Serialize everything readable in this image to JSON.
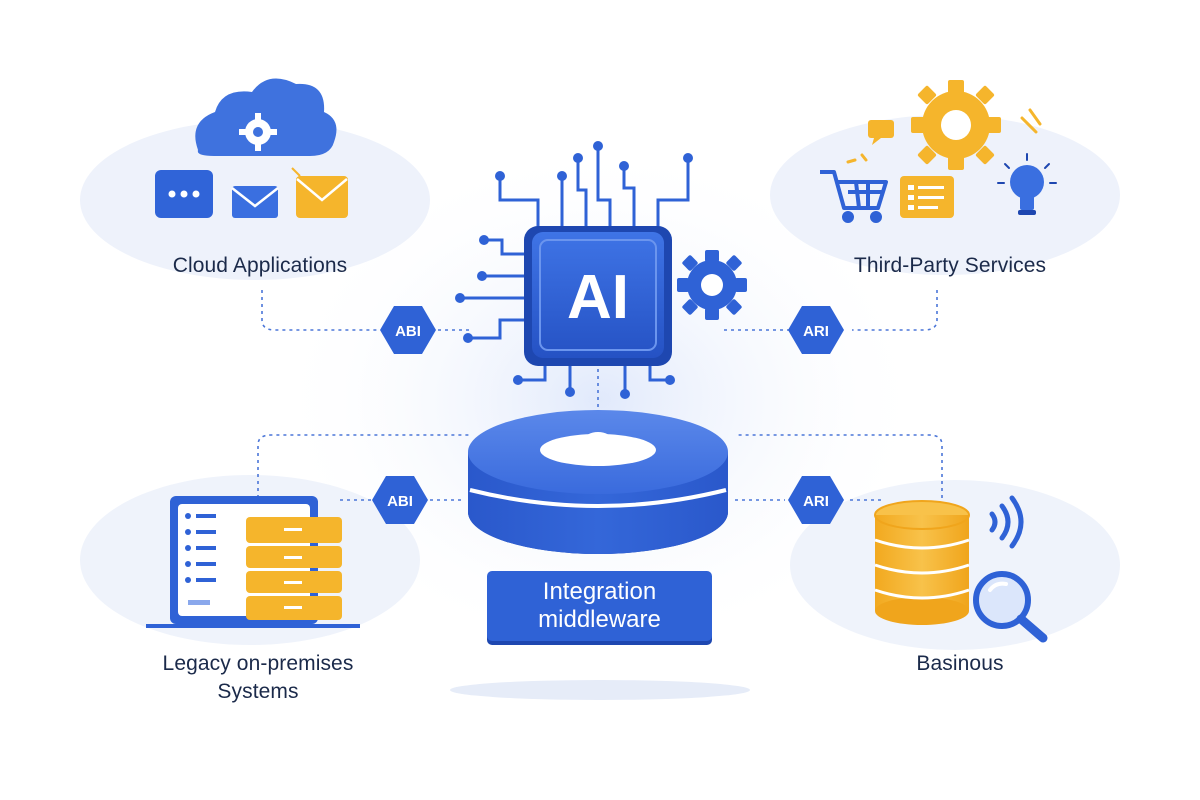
{
  "diagram": {
    "center": {
      "chip_label": "AI",
      "middleware_label": "Integration\nmiddleware"
    },
    "nodes": {
      "cloud": {
        "label": "Cloud Applications"
      },
      "third_party": {
        "label": "Third-Party Services"
      },
      "legacy": {
        "label": "Legacy on-premises\nSystems"
      },
      "databases": {
        "label": "Basinous"
      }
    },
    "api_badges": {
      "top_left": "ABI",
      "top_right": "ARI",
      "bottom_left": "ABI",
      "bottom_right": "ARI"
    }
  },
  "colors": {
    "primary_blue": "#2f62d6",
    "dark_blue": "#1e47b0",
    "light_blue": "#e8eefb",
    "accent_yellow": "#f5b52c",
    "text_dark": "#1b2a4a"
  },
  "icons": [
    "cloud-gear-icon",
    "chat-bubble-icon",
    "envelope-icon",
    "gear-icon",
    "shopping-cart-icon",
    "checklist-icon",
    "lightbulb-icon",
    "server-rack-icon",
    "database-icon",
    "magnifier-icon",
    "signal-icon",
    "ai-chip-icon"
  ]
}
